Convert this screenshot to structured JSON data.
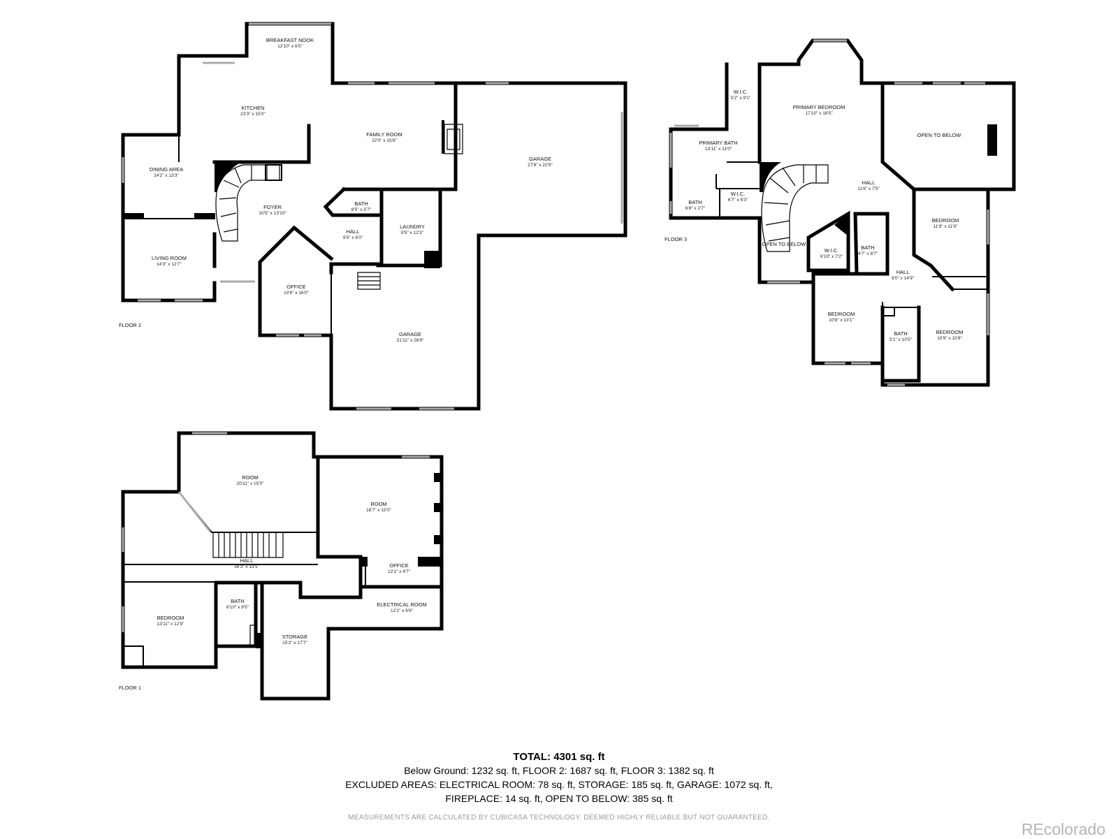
{
  "floors": {
    "floor2_label": "FLOOR 2",
    "floor3_label": "FLOOR 3",
    "floor1_label": "FLOOR 1"
  },
  "rooms": {
    "breakfast_nook": {
      "name": "BREAKFAST NOOK",
      "dim": "12'10\" x 6'5\""
    },
    "kitchen": {
      "name": "KITCHEN",
      "dim": "23'3\" x 15'0\""
    },
    "family_room": {
      "name": "FAMILY ROOM",
      "dim": "22'0\" x 15'8\""
    },
    "garage_upper": {
      "name": "GARAGE",
      "dim": "27'8\" x 22'9\""
    },
    "dining_area": {
      "name": "DINING AREA",
      "dim": "14'2\" x 13'3\""
    },
    "foyer": {
      "name": "FOYER",
      "dim": "10'5\" x 13'10\""
    },
    "bath_f2": {
      "name": "BATH",
      "dim": "8'5\" x 5'7\""
    },
    "laundry": {
      "name": "LAUNDRY",
      "dim": "8'5\" x 12'3\""
    },
    "hall_f2": {
      "name": "HALL",
      "dim": "9'5\" x 6'0\""
    },
    "living_room": {
      "name": "LIVING ROOM",
      "dim": "14'3\" x 12'7\""
    },
    "office_f2": {
      "name": "OFFICE",
      "dim": "10'6\" x 16'0\""
    },
    "garage_lower": {
      "name": "GARAGE",
      "dim": "21'11\" x 26'9\""
    },
    "wic_a": {
      "name": "W.I.C.",
      "dim": "5'2\" x 9'1\""
    },
    "primary_bedroom": {
      "name": "PRIMARY BEDROOM",
      "dim": "17'10\" x 18'5\""
    },
    "open_below_a": {
      "name": "OPEN TO BELOW",
      "dim": ""
    },
    "primary_bath": {
      "name": "PRIMARY BATH",
      "dim": "13'11\" x 11'0\""
    },
    "hall_f3a": {
      "name": "HALL",
      "dim": "11'6\" x 7'5\""
    },
    "wic_b": {
      "name": "W.I.C.",
      "dim": "6'7\" x 6'3\""
    },
    "bath_f3a": {
      "name": "BATH",
      "dim": "6'8\" x 2'7\""
    },
    "bedroom_a": {
      "name": "BEDROOM",
      "dim": "11'9\" x 11'9\""
    },
    "open_below_b": {
      "name": "OPEN TO BELOW",
      "dim": ""
    },
    "wic_c": {
      "name": "W.I.C.",
      "dim": "6'10\" x 7'2\""
    },
    "bath_f3b": {
      "name": "BATH",
      "dim": "4'7\" x 8'7\""
    },
    "hall_f3b": {
      "name": "HALL",
      "dim": "8'0\" x 14'9\""
    },
    "bedroom_b": {
      "name": "BEDROOM",
      "dim": "10'8\" x 13'1\""
    },
    "bath_f3c": {
      "name": "BATH",
      "dim": "5'1\" x 10'5\""
    },
    "bedroom_c": {
      "name": "BEDROOM",
      "dim": "10'9\" x 15'8\""
    },
    "room_a": {
      "name": "ROOM",
      "dim": "20'11\" x 15'0\""
    },
    "room_b": {
      "name": "ROOM",
      "dim": "18'7\" x 15'0\""
    },
    "hall_f1": {
      "name": "HALL",
      "dim": "36'3\" x 13'1\""
    },
    "office_f1": {
      "name": "OFFICE",
      "dim": "12'1\" x 4'7\""
    },
    "electrical_room": {
      "name": "ELECTRICAL ROOM",
      "dim": "12'1\" x 6'6\""
    },
    "bath_f1": {
      "name": "BATH",
      "dim": "6'10\" x 9'5\""
    },
    "bedroom_f1": {
      "name": "BEDROOM",
      "dim": "13'11\" x 12'9\""
    },
    "storage": {
      "name": "STORAGE",
      "dim": "15'2\" x 17'7\""
    }
  },
  "summary": {
    "total": "TOTAL: 4301 sq. ft",
    "line1": "Below Ground: 1232 sq. ft, FLOOR 2: 1687 sq. ft, FLOOR 3: 1382 sq. ft",
    "line2": "EXCLUDED AREAS: ELECTRICAL ROOM: 78 sq. ft, STORAGE: 185 sq. ft, GARAGE: 1072 sq. ft,",
    "line3": "FIREPLACE: 14 sq. ft, OPEN TO BELOW: 385 sq. ft",
    "disclaimer": "MEASUREMENTS ARE CALCULATED BY CUBICASA TECHNOLOGY. DEEMED HIGHLY RELIABLE BUT NOT GUARANTEED.",
    "brand": "REcolorado"
  },
  "colors": {
    "wall": "#000000",
    "window": "#aaaaaa",
    "brand": "#b5b5b5",
    "disclaimer": "#9a9a9a"
  }
}
